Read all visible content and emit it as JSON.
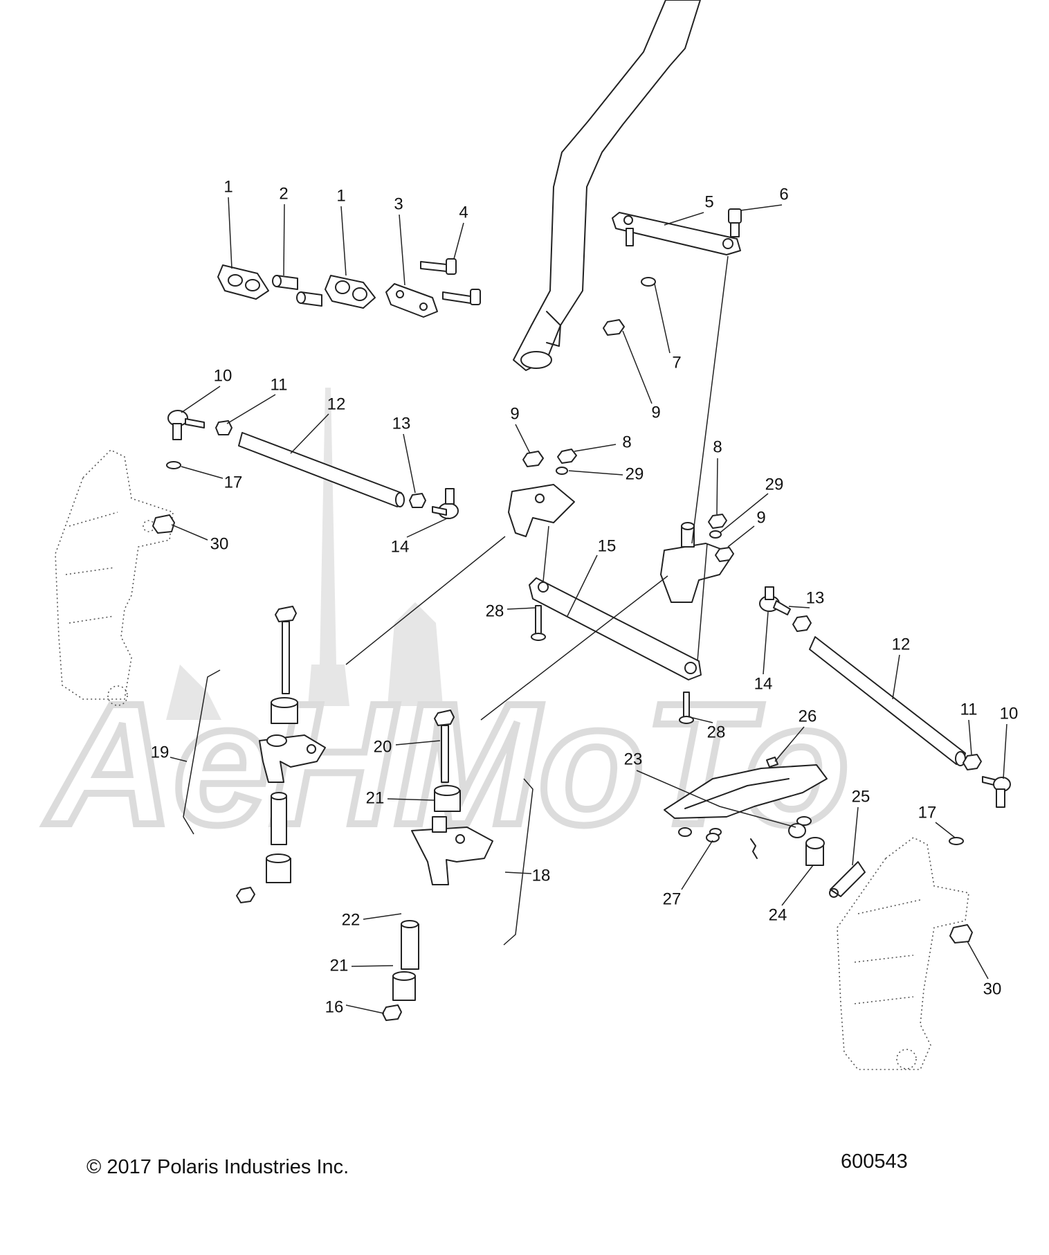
{
  "watermark": {
    "text": "AeHMoTo"
  },
  "footer": {
    "copyright": "© 2017 Polaris Industries Inc.",
    "figure_number": "600543"
  },
  "callouts": [
    "1",
    "2",
    "1",
    "3",
    "4",
    "5",
    "6",
    "7",
    "9",
    "10",
    "11",
    "12",
    "13",
    "9",
    "8",
    "29",
    "8",
    "29",
    "9",
    "17",
    "30",
    "14",
    "15",
    "28",
    "13",
    "14",
    "12",
    "11",
    "10",
    "19",
    "20",
    "28",
    "26",
    "23",
    "25",
    "21",
    "17",
    "18",
    "27",
    "24",
    "22",
    "21",
    "30",
    "16"
  ]
}
